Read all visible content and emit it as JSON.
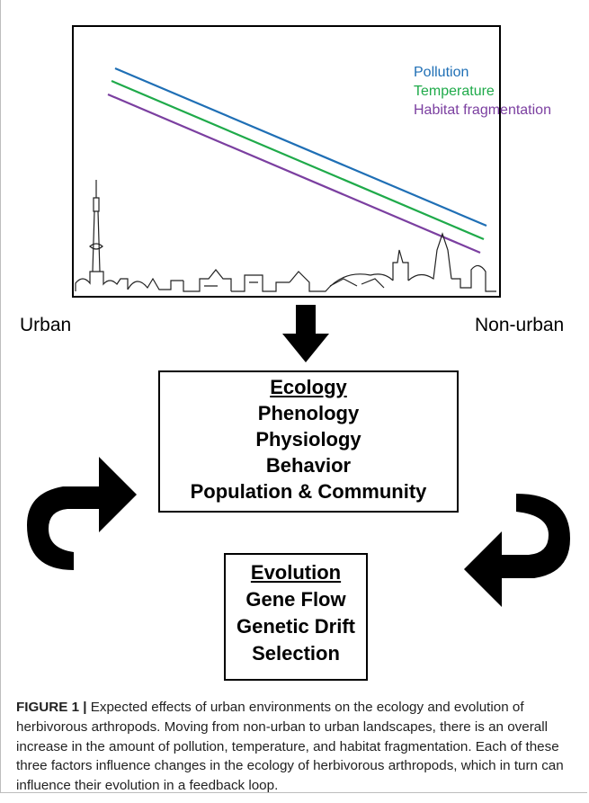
{
  "legend": [
    {
      "label": "Pollution",
      "color": "#1f6fb5"
    },
    {
      "label": "Temperature",
      "color": "#1faa4a"
    },
    {
      "label": "Habitat fragmentation",
      "color": "#7b3fa0"
    }
  ],
  "labels": {
    "left": "Urban",
    "right": "Non-urban"
  },
  "ecology": {
    "heading": "Ecology",
    "items": [
      "Phenology",
      "Physiology",
      "Behavior",
      "Population & Community"
    ]
  },
  "evolution": {
    "heading": "Evolution",
    "items": [
      "Gene Flow",
      "Genetic Drift",
      "Selection"
    ]
  },
  "caption": {
    "figure_label": "FIGURE 1 |",
    "text": " Expected effects of urban environments on the ecology and evolution of herbivorous arthropods. Moving from non-urban to urban landscapes, there is an overall increase in the amount of pollution, temperature, and habitat fragmentation. Each of these three factors influence changes in the ecology of herbivorous arthropods, which in turn can influence their evolution in a feedback loop."
  },
  "icons": [
    "city-skyline-icon",
    "down-arrow-icon",
    "curved-arrow-left-icon",
    "curved-arrow-right-icon"
  ]
}
